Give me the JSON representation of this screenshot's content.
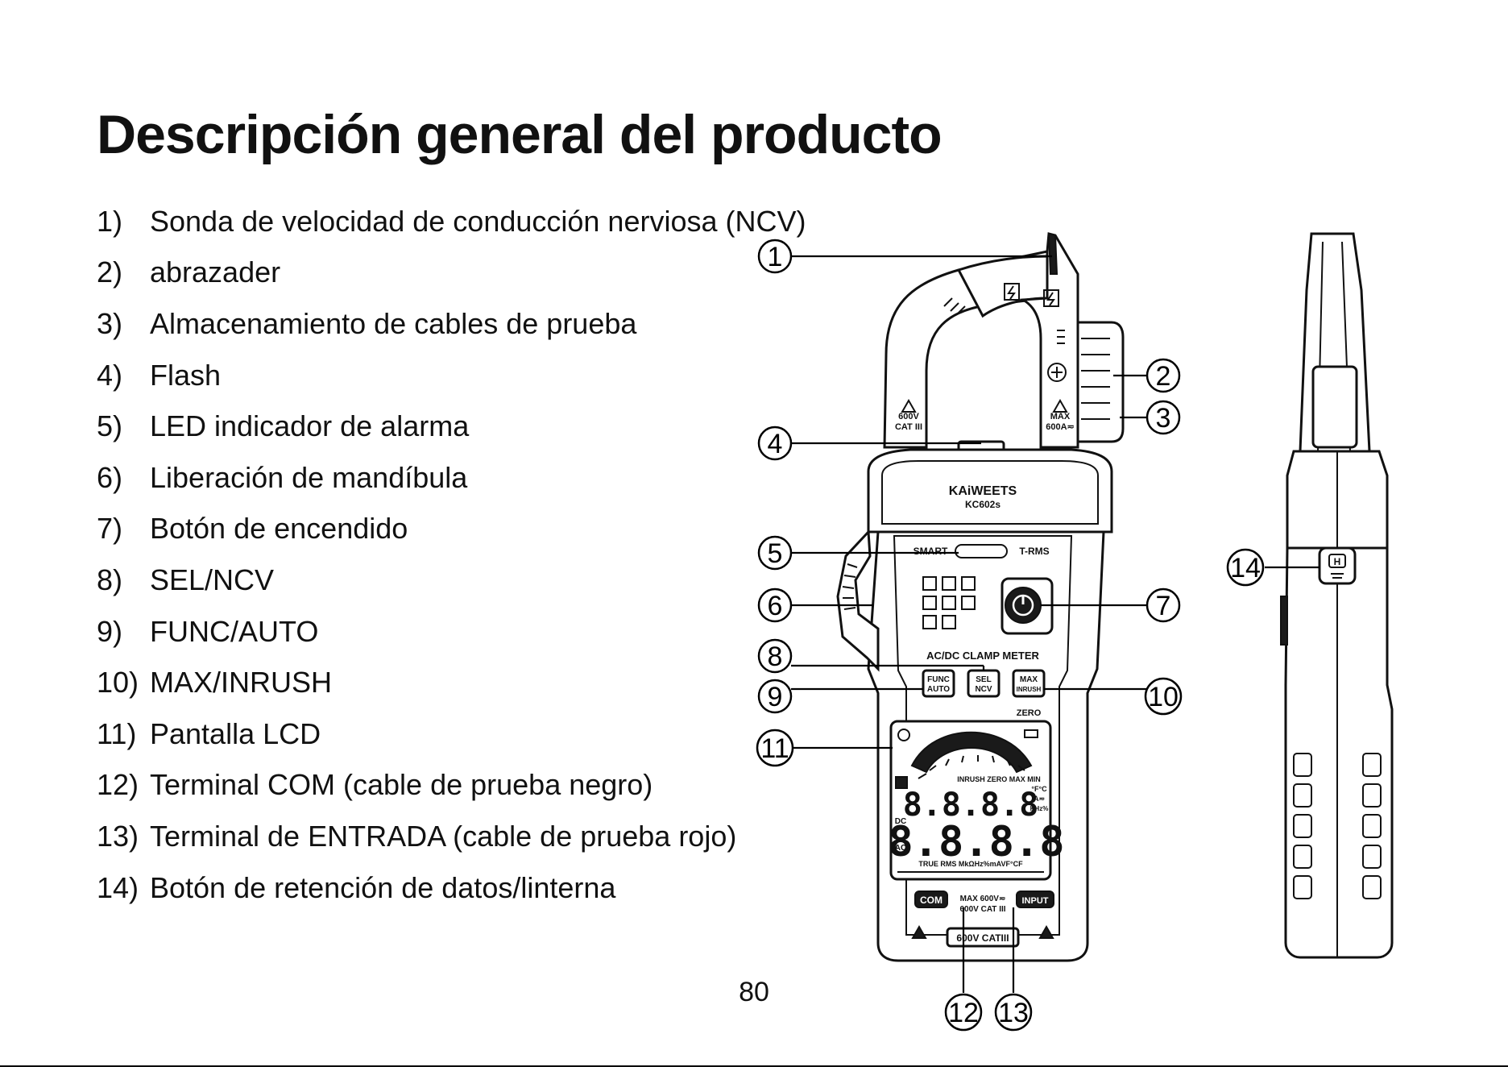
{
  "page": {
    "title": "Descripción general del producto",
    "page_number": "80"
  },
  "parts": [
    {
      "num": "1)",
      "label": "Sonda de velocidad de conducción nerviosa (NCV)"
    },
    {
      "num": "2)",
      "label": "abrazader"
    },
    {
      "num": "3)",
      "label": "Almacenamiento de cables de prueba"
    },
    {
      "num": "4)",
      "label": "Flash"
    },
    {
      "num": "5)",
      "label": "LED indicador de alarma"
    },
    {
      "num": "6)",
      "label": "Liberación de mandíbula"
    },
    {
      "num": "7)",
      "label": "Botón de encendido"
    },
    {
      "num": "8)",
      "label": "SEL/NCV"
    },
    {
      "num": "9)",
      "label": "FUNC/AUTO"
    },
    {
      "num": "10)",
      "label": "MAX/INRUSH"
    },
    {
      "num": "11)",
      "label": "Pantalla LCD"
    },
    {
      "num": "12)",
      "label": "Terminal COM (cable de prueba negro)"
    },
    {
      "num": "13)",
      "label": "Terminal de ENTRADA (cable de prueba rojo)"
    },
    {
      "num": "14)",
      "label": "Botón de retención de datos/linterna"
    }
  ],
  "callouts": [
    "1",
    "2",
    "3",
    "4",
    "5",
    "6",
    "7",
    "8",
    "9",
    "10",
    "11",
    "12",
    "13",
    "14"
  ],
  "device": {
    "brand": "KAiWEETS",
    "model": "KC602s",
    "jaw_left_rating_1": "600V",
    "jaw_left_rating_2": "CAT III",
    "jaw_right_rating_1": "MAX",
    "jaw_right_rating_2": "600A≂",
    "smart_label": "SMART",
    "trms_label": "T-RMS",
    "meter_label": "AC/DC CLAMP METER",
    "func_1": "FUNC",
    "func_2": "AUTO",
    "sel_1": "SEL",
    "sel_2": "NCV",
    "max_1": "MAX",
    "max_2": "INRUSH",
    "zero_label": "ZERO",
    "lcd_top_flags": "INRUSH ZERO MAX MIN",
    "lcd_digits_top": "8.8.8.8",
    "lcd_digits_bottom": "8.8.8.8",
    "lcd_bottom_flags": "TRUE RMS MkΩHz%mAVF°CF",
    "lcd_units_1": "°F°C",
    "lcd_units_2": "A≂",
    "lcd_units_3": "KHz%",
    "lcd_dc": "DC",
    "lcd_ac": "AC",
    "com_label": "COM",
    "input_label": "INPUT",
    "terminal_rating_1": "MAX 600V≂",
    "terminal_rating_2": "600V CAT III",
    "base_rating": "600V CATIII",
    "hold_icon_text": "H"
  }
}
